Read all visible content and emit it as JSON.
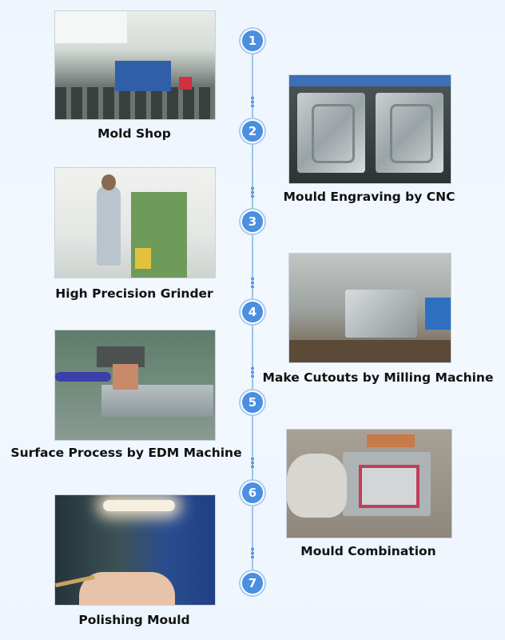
{
  "steps": [
    {
      "number": "1",
      "caption": "Mold Shop"
    },
    {
      "number": "2",
      "caption": "Mould Engraving by CNC"
    },
    {
      "number": "3",
      "caption": "High Precision Grinder"
    },
    {
      "number": "4",
      "caption": "Make Cutouts by Milling Machine"
    },
    {
      "number": "5",
      "caption": "Surface Process by EDM Machine"
    },
    {
      "number": "6",
      "caption": "Mould Combination"
    },
    {
      "number": "7",
      "caption": "Polishing Mould"
    }
  ],
  "colors": {
    "marker": "#4a8fe0",
    "line": "#9cc3ec",
    "background": "#eef5fd"
  }
}
